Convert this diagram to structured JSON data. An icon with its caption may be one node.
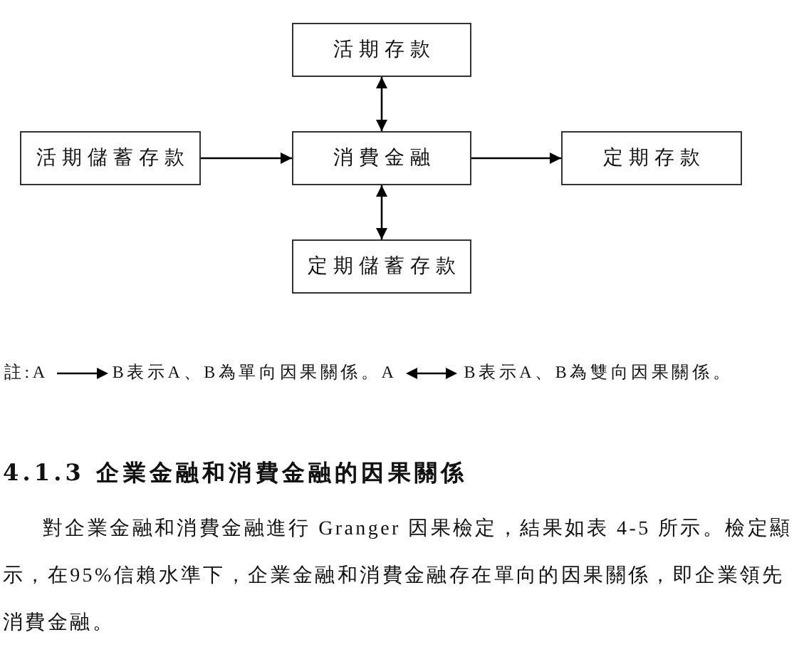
{
  "diagram": {
    "nodes": [
      {
        "text": [
          "活期存款"
        ]
      },
      {
        "text": [
          "活期儲蓄存款"
        ]
      },
      {
        "text": [
          "消費金融"
        ]
      },
      {
        "text": [
          "定期存款"
        ]
      },
      {
        "text": [
          "定期儲蓄存款"
        ]
      }
    ],
    "edges": [
      {
        "from": 0,
        "to": 2,
        "arrow": "both"
      },
      {
        "from": 1,
        "to": 2,
        "arrow": "to"
      },
      {
        "from": 2,
        "to": 3,
        "arrow": "to"
      },
      {
        "from": 2,
        "to": 4,
        "arrow": "both"
      }
    ],
    "labels": [
      "註:A",
      "B表示A、B為單向因果關係。",
      "A",
      "B表示A、B為雙向因果關係。",
      "4.1.3 企業金融和消費金融的因果關係",
      "對企業金融和消費金融進行 Granger 因果檢定，結果如表 4-5 所示。檢定顯示，在95%信賴水準下，企業金融和消費金融存在單向的因果關係，即企業領先消費金融。"
    ]
  }
}
